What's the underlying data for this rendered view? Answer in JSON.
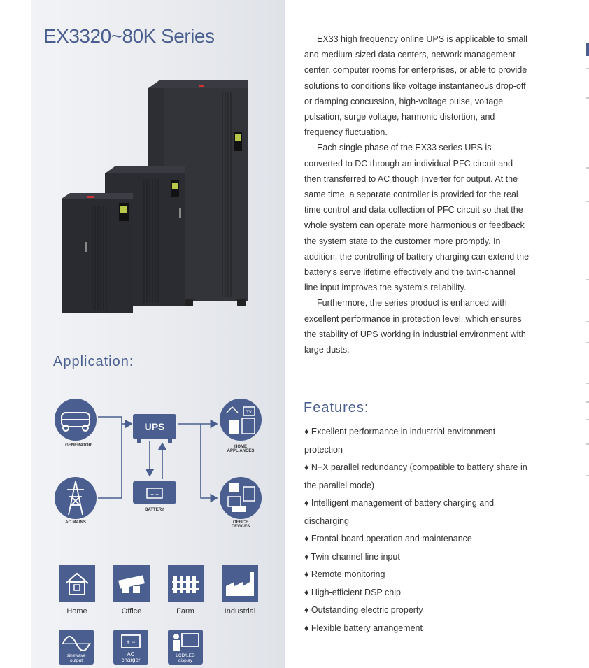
{
  "title": "EX3320~80K Series",
  "description": [
    "EX33 high frequency online UPS is applicable to small and medium-sized data centers, network management center, computer rooms for enterprises, or able to provide solutions to conditions like voltage instantaneous drop-off or damping concussion, high-voltage pulse, voltage pulsation, surge voltage, harmonic distortion, and frequency fluctuation.",
    "Each single phase of the EX33 series UPS is converted to DC through an individual PFC circuit and then transferred to AC though Inverter for output. At the same time, a separate controller is provided for the real time control and data collection of PFC circuit so that the whole system can operate more harmonious or feedback the system state to the customer more promptly. In addition, the controlling of battery charging can extend the battery's serve lifetime effectively and the twin-channel line input improves the system's reliability.",
    "Furthermore, the series product is enhanced with excellent performance in protection level, which ensures the stability of UPS working in industrial environment with large dusts."
  ],
  "application_heading": "Application:",
  "diagram": {
    "generator": "GENERATOR",
    "ac_mains": "AC MAINS",
    "ups": "UPS",
    "battery": "BATTERY",
    "home_appliances_1": "HOME",
    "home_appliances_2": "APPLIANCES",
    "office_devices_1": "OFFICE",
    "office_devices_2": "DEVICES",
    "tv": "TV"
  },
  "applications": [
    "Home",
    "Office",
    "Farm",
    "Industrial"
  ],
  "feature_tiles": {
    "sinewave_1": "sinewave",
    "sinewave_2": "output",
    "ac_1": "AC",
    "ac_2": "charger",
    "lcd_1": "LCD/LED",
    "lcd_2": "display"
  },
  "features_heading": "Features:",
  "features": [
    "♦ Excellent performance in industrial environment protection",
    "♦ N+X parallel redundancy (compatible to battery share in the parallel mode)",
    "♦ Intelligent management of battery charging and discharging",
    "♦ Frontal-board operation and maintenance",
    "♦ Twin-channel line input",
    "♦ Remote monitoring",
    "♦ High-efficient DSP chip",
    "♦ Outstanding electric property",
    "♦ Flexible battery arrangement"
  ],
  "colors": {
    "accent": "#4a5f90",
    "cabinet": "#2c2d33"
  }
}
